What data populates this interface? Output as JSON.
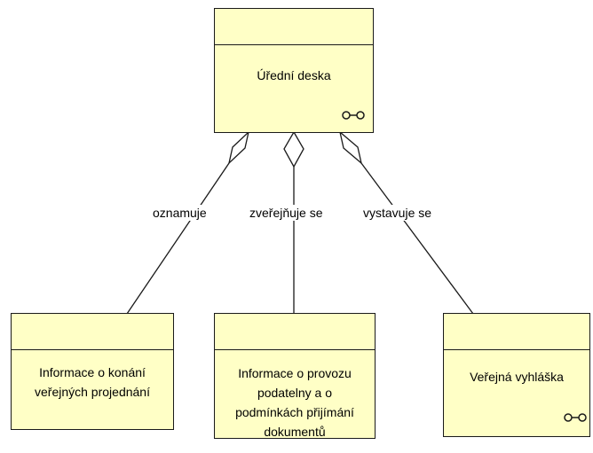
{
  "colors": {
    "box_fill": "#ffffc6",
    "stroke": "#1a1a1a",
    "diamond_fill": "#ffffff"
  },
  "diagram": {
    "boxes": {
      "top": {
        "label": "Úřední deska",
        "icon": "aggregation-link-icon"
      },
      "left": {
        "label": "Informace o konání\nveřejných projednání"
      },
      "middle": {
        "label": "Informace o provozu\npodatelny a o\npodmínkách přijímání\ndokumentů"
      },
      "right": {
        "label": "Veřejná vyhláška",
        "icon": "aggregation-link-icon"
      }
    },
    "connectors": {
      "left": {
        "label": "oznamuje"
      },
      "middle": {
        "label": "zveřejňuje se"
      },
      "right": {
        "label": "vystavuje se"
      }
    }
  }
}
